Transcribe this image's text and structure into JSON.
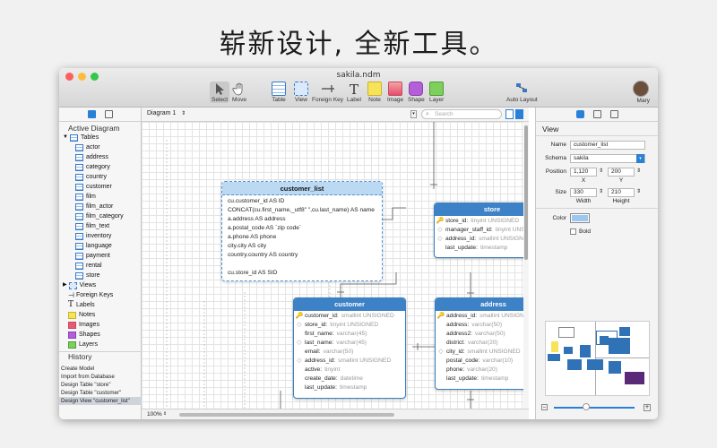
{
  "headline": "崭新设计, 全新工具。",
  "window": {
    "title": "sakila.ndm"
  },
  "toolbar": {
    "select": "Select",
    "move": "Move",
    "table": "Table",
    "view": "View",
    "foreign_key": "Foreign Key",
    "label": "Label",
    "note": "Note",
    "image": "Image",
    "shape": "Shape",
    "layer": "Layer",
    "auto_layout": "Auto Layout",
    "user": "Mary"
  },
  "sidebar": {
    "title": "Active Diagram",
    "tables_label": "Tables",
    "tables": [
      "actor",
      "address",
      "category",
      "country",
      "customer",
      "film",
      "film_actor",
      "film_category",
      "film_text",
      "inventory",
      "language",
      "payment",
      "rental",
      "store"
    ],
    "views": "Views",
    "foreign_keys": "Foreign Keys",
    "labels": "Labels",
    "notes": "Notes",
    "images": "Images",
    "shapes": "Shapes",
    "layers": "Layers",
    "history_title": "History",
    "history": [
      "Create Model",
      "Import from Database",
      "Design Table \"store\"",
      "Design Table \"customer\"",
      "Design View \"customer_list\""
    ]
  },
  "canvas_bar": {
    "diagram": "Diagram 1",
    "search_placeholder": "Search"
  },
  "status": {
    "zoom": "100%"
  },
  "view_entity": {
    "name": "customer_list",
    "lines": [
      "cu.customer_id AS ID",
      "CONCAT(cu.first_name,_utf8\" \",cu.last_name) AS name",
      "a.address AS address",
      "a.postal_code AS `zip code`",
      "a.phone AS phone",
      "city.city AS city",
      "country.country AS country",
      "",
      "cu.store_id AS SID"
    ]
  },
  "store": {
    "name": "store",
    "fields": [
      {
        "name": "store_id:",
        "type": "tinyint UNSIGNED",
        "mark": "key"
      },
      {
        "name": "manager_staff_id:",
        "type": "tinyint UNSIGNED",
        "mark": "diamond"
      },
      {
        "name": "address_id:",
        "type": "smallint UNSIGNED",
        "mark": "diamond"
      },
      {
        "name": "last_update:",
        "type": "timestamp",
        "mark": ""
      }
    ]
  },
  "customer": {
    "name": "customer",
    "fields": [
      {
        "name": "customer_id:",
        "type": "smallint UNSIGNED",
        "mark": "key"
      },
      {
        "name": "store_id:",
        "type": "tinyint UNSIGNED",
        "mark": "diamond"
      },
      {
        "name": "first_name:",
        "type": "varchar(45)",
        "mark": ""
      },
      {
        "name": "last_name:",
        "type": "varchar(45)",
        "mark": "diamond"
      },
      {
        "name": "email:",
        "type": "varchar(50)",
        "mark": ""
      },
      {
        "name": "address_id:",
        "type": "smallint UNSIGNED",
        "mark": "diamond"
      },
      {
        "name": "active:",
        "type": "tinyint",
        "mark": ""
      },
      {
        "name": "create_date:",
        "type": "datetime",
        "mark": ""
      },
      {
        "name": "last_update:",
        "type": "timestamp",
        "mark": ""
      }
    ]
  },
  "address": {
    "name": "address",
    "fields": [
      {
        "name": "address_id:",
        "type": "smallint UNSIGNED",
        "mark": "key"
      },
      {
        "name": "address:",
        "type": "varchar(50)",
        "mark": ""
      },
      {
        "name": "address2:",
        "type": "varchar(50)",
        "mark": ""
      },
      {
        "name": "district:",
        "type": "varchar(20)",
        "mark": ""
      },
      {
        "name": "city_id:",
        "type": "smallint UNSIGNED",
        "mark": "diamond"
      },
      {
        "name": "postal_code:",
        "type": "varchar(10)",
        "mark": ""
      },
      {
        "name": "phone:",
        "type": "varchar(20)",
        "mark": ""
      },
      {
        "name": "last_update:",
        "type": "timestamp",
        "mark": ""
      }
    ]
  },
  "inspector": {
    "title": "View",
    "name_label": "Name",
    "name_value": "customer_list",
    "schema_label": "Schema",
    "schema_value": "sakila",
    "position_label": "Position",
    "pos_x": "1,120",
    "pos_y": "200",
    "x_label": "X",
    "y_label": "Y",
    "size_label": "Size",
    "width": "330",
    "height": "210",
    "width_label": "Width",
    "height_label": "Height",
    "color_label": "Color",
    "color_value": "#9cc7ee",
    "bold_label": "Bold"
  },
  "colors": {
    "accent": "#3d82c6",
    "view_header": "#bcd9f4"
  }
}
